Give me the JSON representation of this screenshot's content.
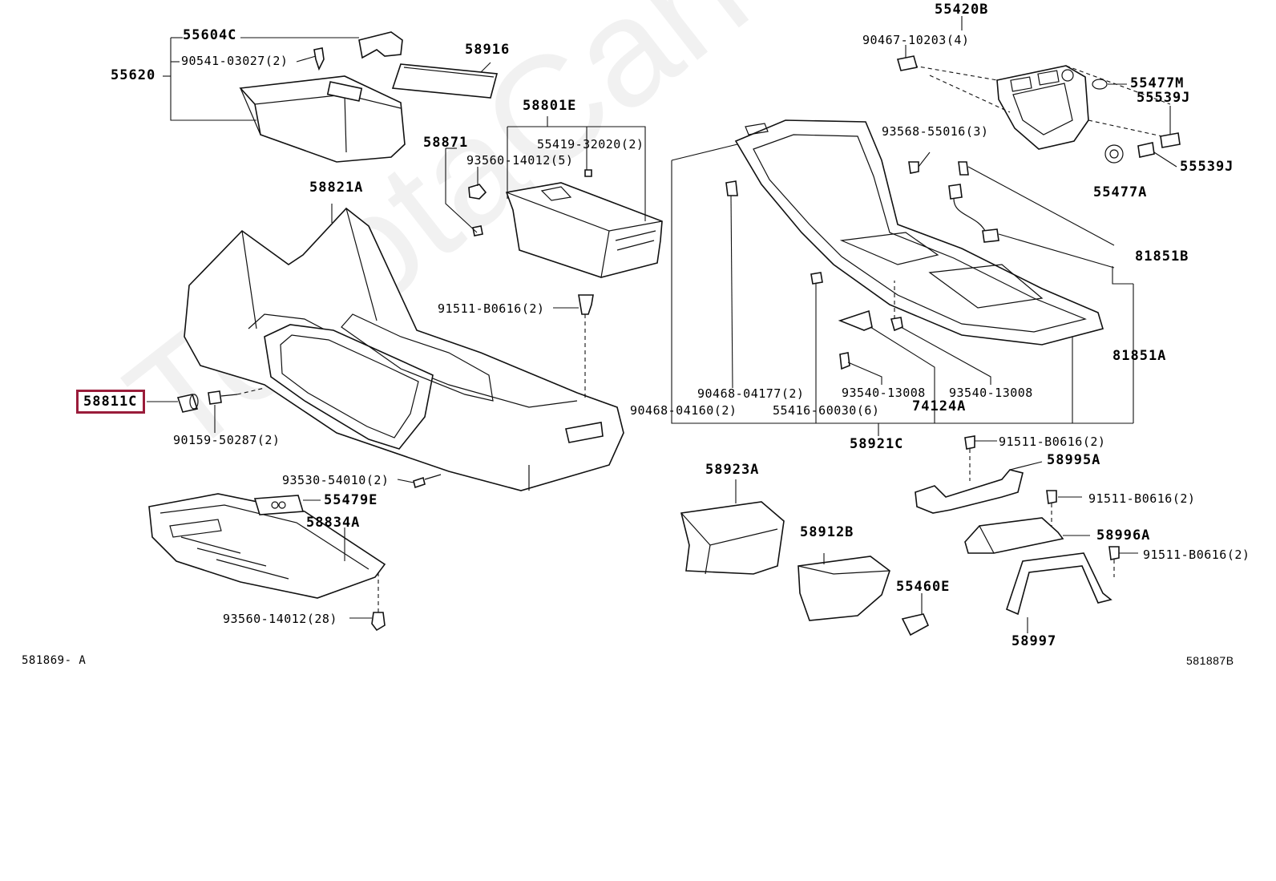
{
  "diagram": {
    "watermark": "ToyotaCarMike",
    "figure_codes": {
      "left": "581869- A",
      "right": "581887B"
    },
    "selected_part": "58811C",
    "labels": {
      "p55604C": "55604C",
      "p90541": "90541-03027(2)",
      "p55620": "55620",
      "p58916": "58916",
      "p58801E": "58801E",
      "p58871": "58871",
      "p55419": "55419-32020(2)",
      "p93560_5": "93560-14012(5)",
      "p58821A": "58821A",
      "p91511_a": "91511-B0616(2)",
      "p58811C": "58811C",
      "p90159": "90159-50287(2)",
      "p93530": "93530-54010(2)",
      "p55479E": "55479E",
      "p58834A": "58834A",
      "p93560_28": "93560-14012(28)",
      "p55420B": "55420B",
      "p90467": "90467-10203(4)",
      "p55477M": "55477M",
      "p55539J_a": "55539J",
      "p55539J_b": "55539J",
      "p55477A": "55477A",
      "p93568": "93568-55016(3)",
      "p81851B": "81851B",
      "p81851A": "81851A",
      "p90468_04177": "90468-04177(2)",
      "p90468_04160": "90468-04160(2)",
      "p93540_a": "93540-13008",
      "p93540_b": "93540-13008",
      "p55416": "55416-60030(6)",
      "p74124A": "74124A",
      "p58921C": "58921C",
      "p91511_b": "91511-B0616(2)",
      "p58995A": "58995A",
      "p91511_c": "91511-B0616(2)",
      "p58923A": "58923A",
      "p58912B": "58912B",
      "p58996A": "58996A",
      "p91511_d": "91511-B0616(2)",
      "p55460E": "55460E",
      "p58997": "58997"
    },
    "colors": {
      "highlight": "#9a1c3a",
      "line": "#111111"
    }
  }
}
